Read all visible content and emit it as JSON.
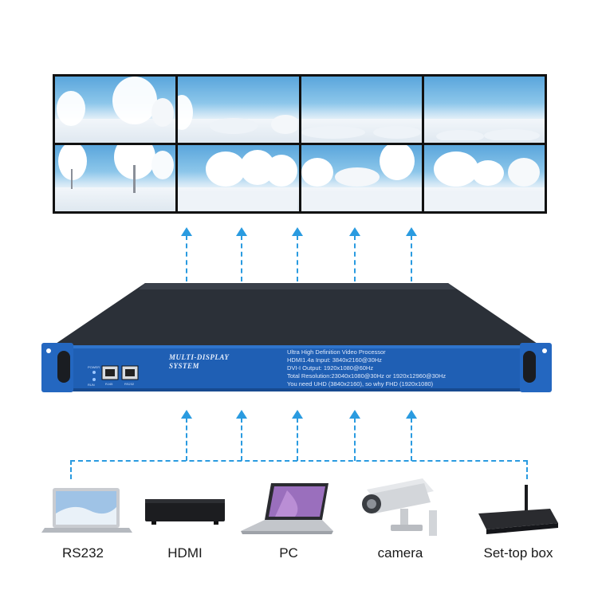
{
  "device": {
    "brand_logo": "MULTI-DISPLAY SYSTEM",
    "spec_lines": [
      "Ultra High Definition Video Processor",
      "HDMI1.4a Input: 3840x2160@30Hz",
      "DVI-I Output: 1920x1080@60Hz",
      "Total Resolution:23040x1080@30Hz or 1920x12960@30Hz",
      "You need UHD (3840x2160), so why FHD (1920x1080)"
    ],
    "port_labels": [
      "RJ45",
      "RS232"
    ],
    "indicator_labels": [
      "POWER",
      "RUN"
    ],
    "body_color": "#1f5fb4"
  },
  "sources": [
    {
      "label": "RS232",
      "icon": "laptop-icon"
    },
    {
      "label": "HDMI",
      "icon": "media-player-icon"
    },
    {
      "label": "PC",
      "icon": "open-laptop-icon"
    },
    {
      "label": "camera",
      "icon": "security-camera-icon"
    },
    {
      "label": "Set-top box",
      "icon": "set-top-box-icon"
    }
  ],
  "accent_color": "#2a9be0"
}
